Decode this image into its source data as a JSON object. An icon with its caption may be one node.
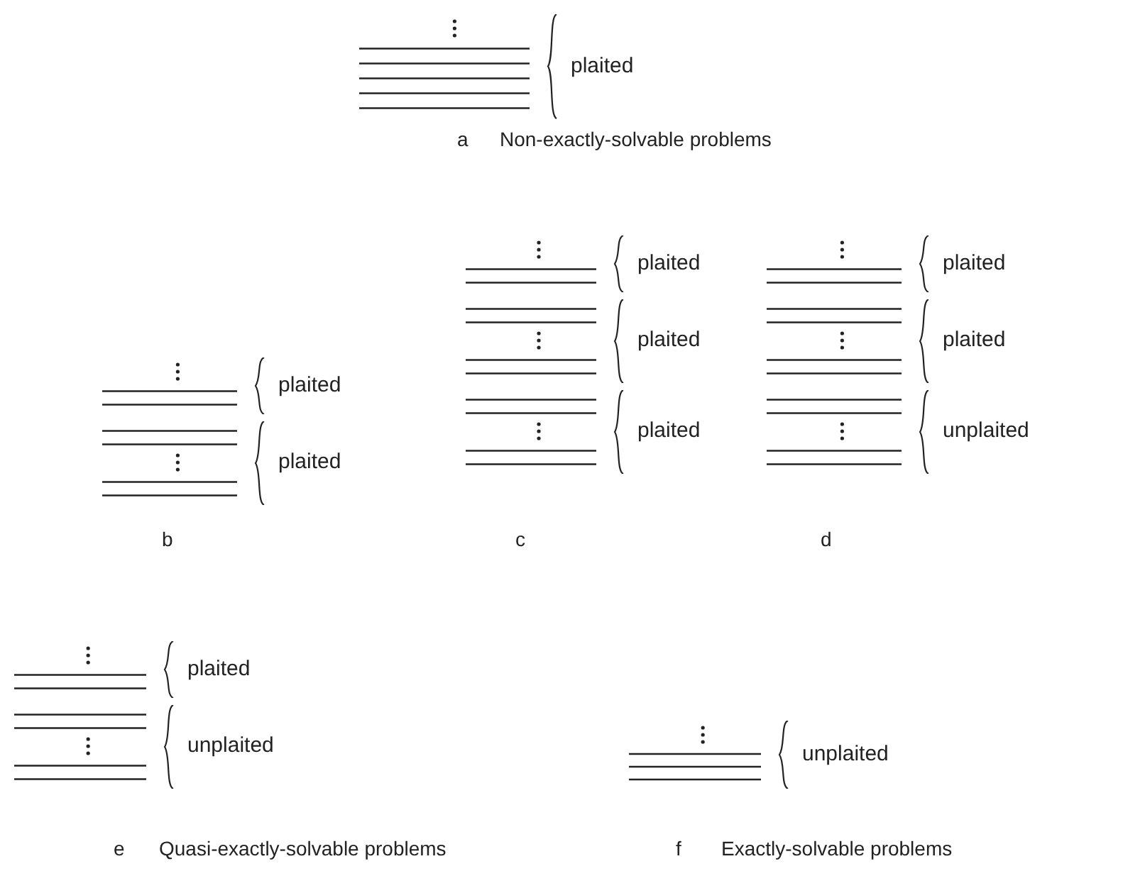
{
  "diagram": {
    "labels": [
      "plaited",
      "a",
      "Non-exactly-solvable problems",
      "plaited",
      "plaited",
      "b",
      "plaited",
      "plaited",
      "plaited",
      "c",
      "plaited",
      "plaited",
      "unplaited",
      "d",
      "plaited",
      "unplaited",
      "e",
      "Quasi-exactly-solvable problems",
      "unplaited",
      "f",
      "Exactly-solvable problems"
    ]
  }
}
